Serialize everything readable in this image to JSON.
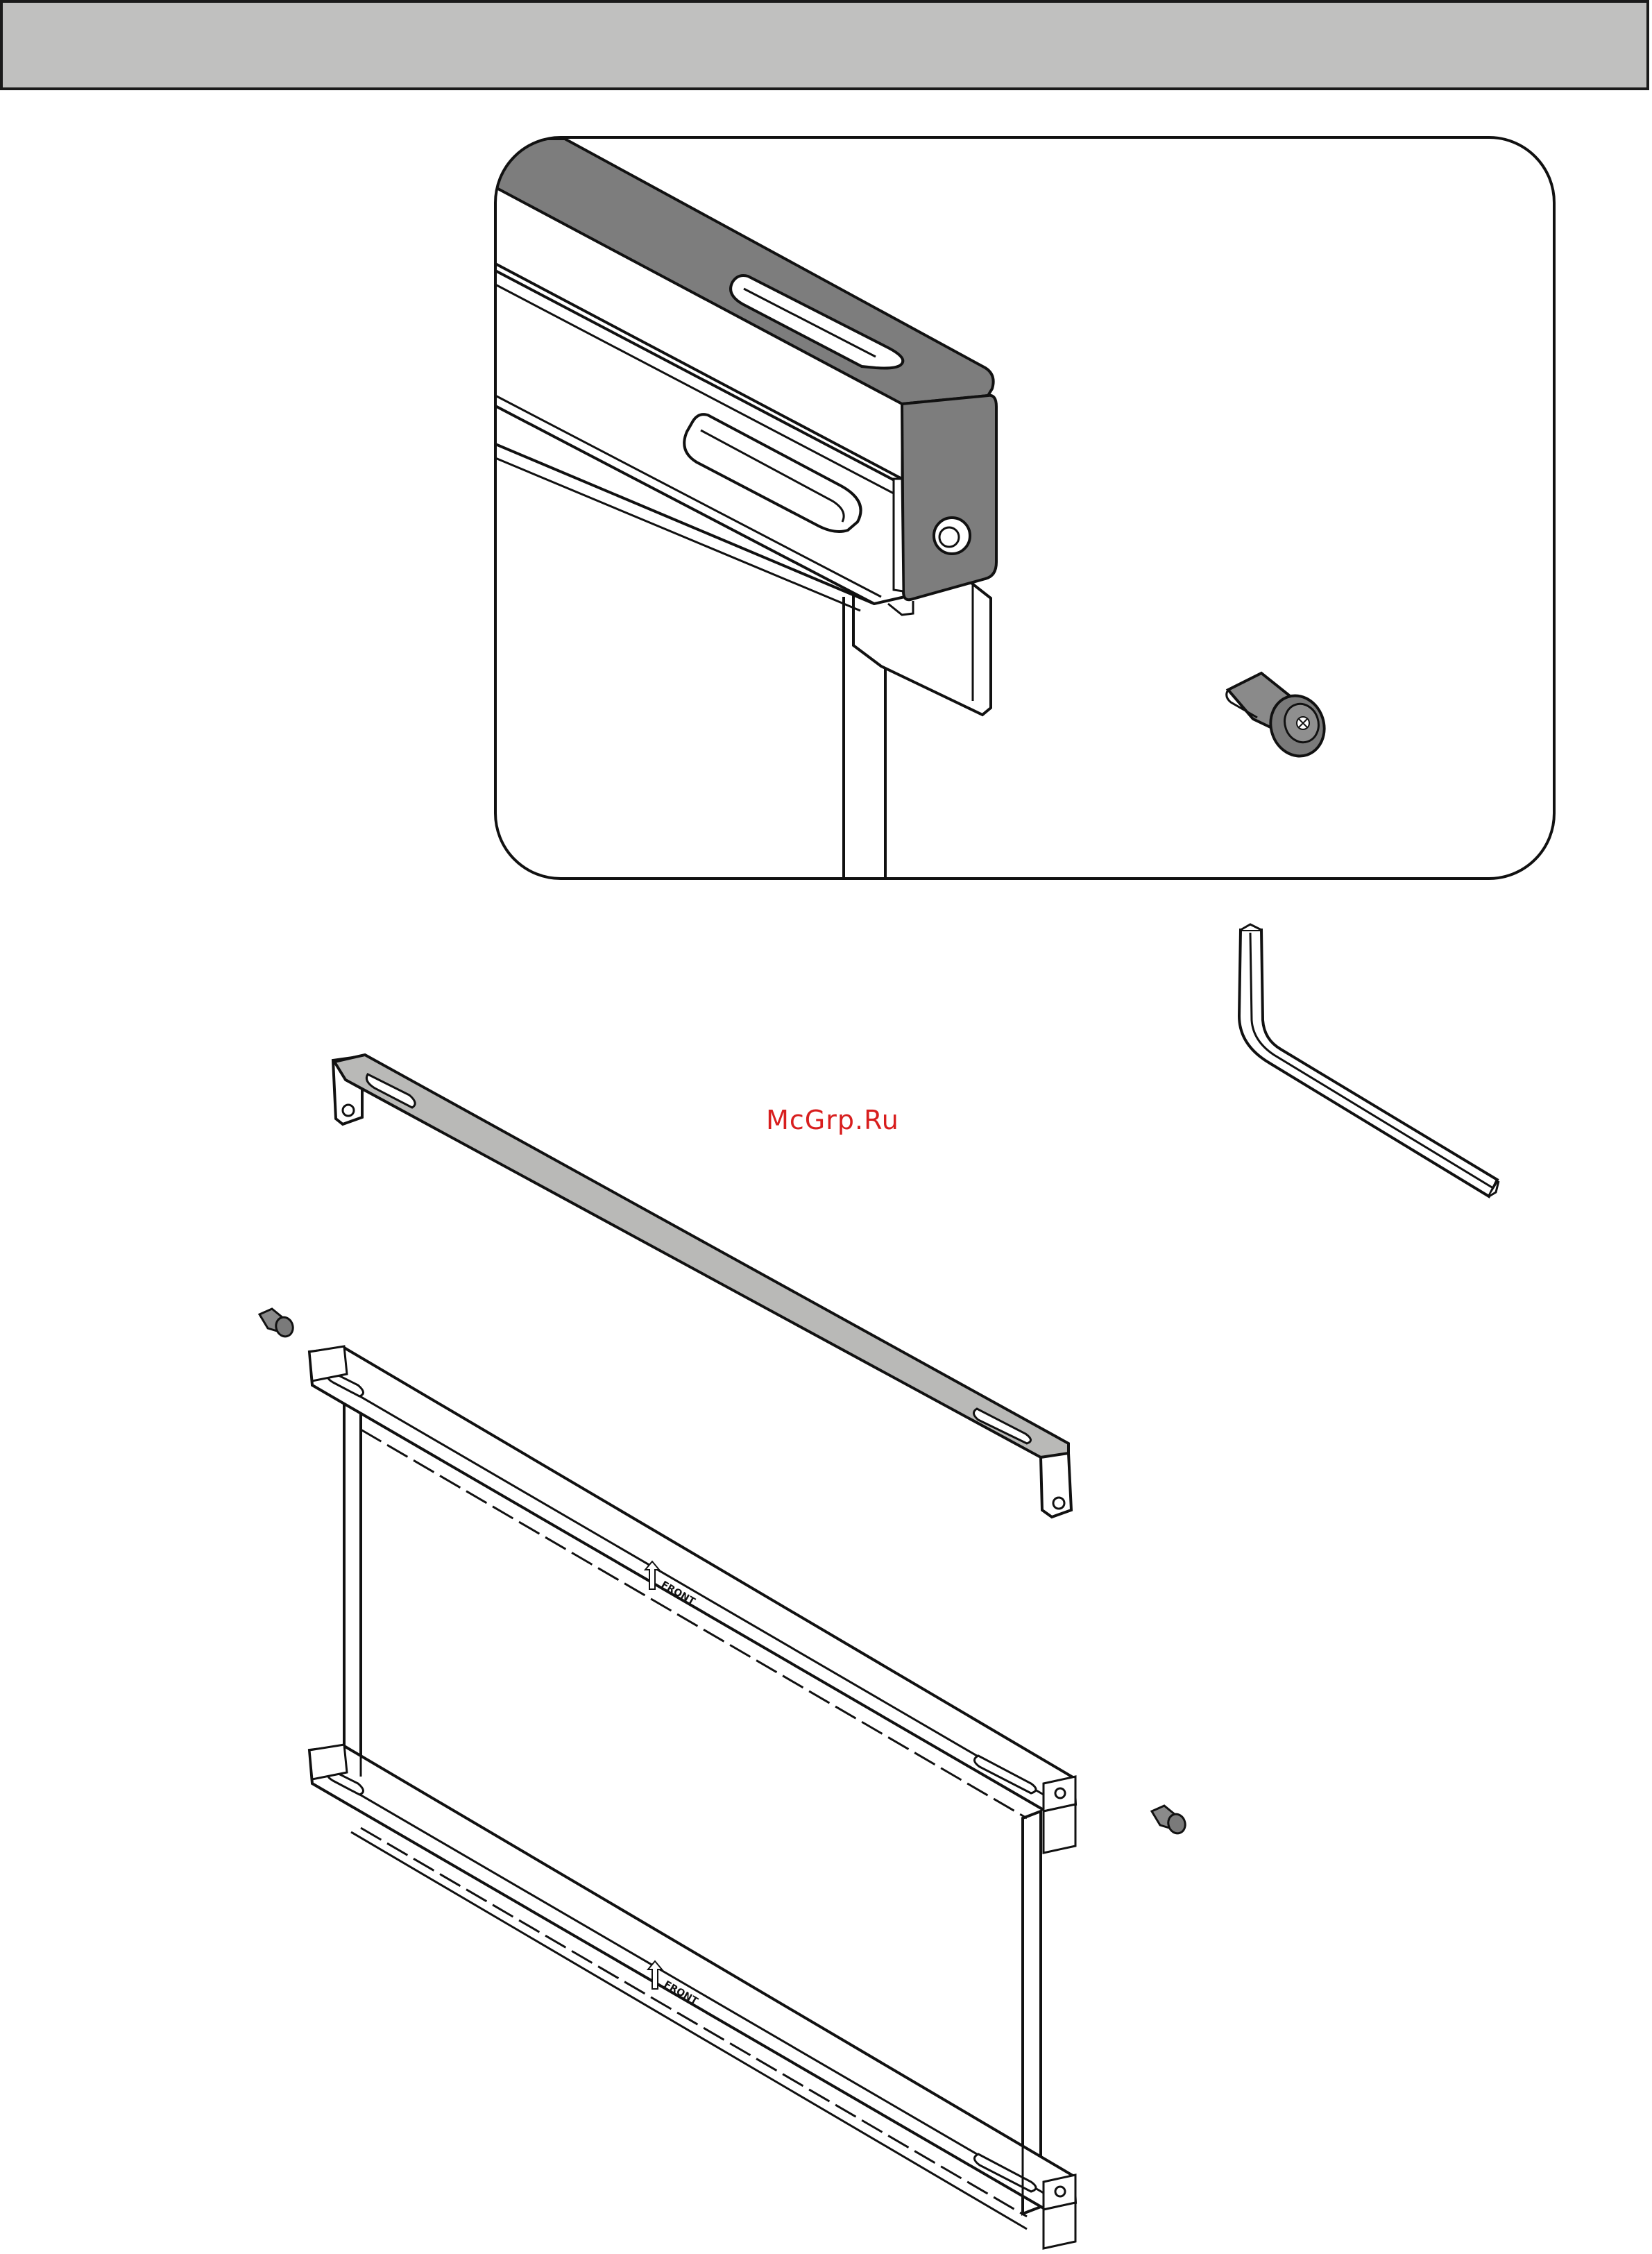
{
  "header": {
    "title": ""
  },
  "watermark": {
    "text": "McGrp.Ru"
  },
  "labels": {
    "front_upper": "FRONT",
    "front_lower": "FRONT"
  },
  "colors": {
    "header_bg": "#c0c0bf",
    "part_dark": "#7d7d7d",
    "part_mid": "#a9a9a7",
    "strap": "#b9b9b7",
    "stroke": "#111111",
    "watermark": "#d81e1e"
  }
}
